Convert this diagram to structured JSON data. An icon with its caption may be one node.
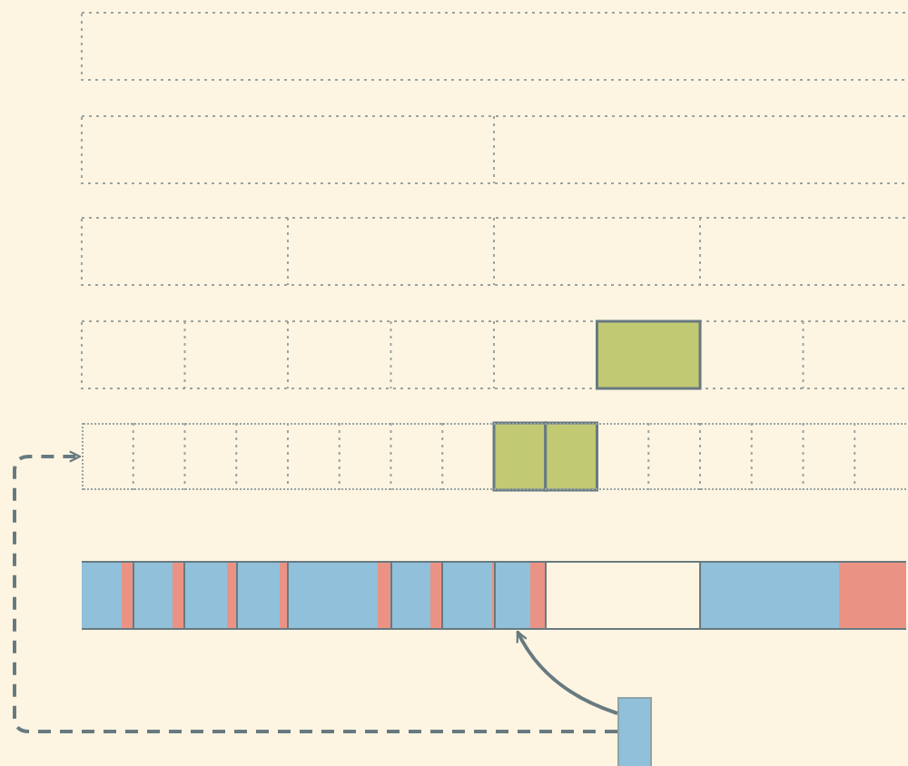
{
  "diagram": {
    "nodes": [
      {
        "text": [],
        "shape": "box"
      },
      {
        "text": [],
        "shape": "bar"
      },
      {
        "text": [],
        "shape": "bar",
        "in": 1
      },
      {
        "text": [],
        "shape": "bar",
        "in": 1
      },
      {
        "text": [],
        "shape": "bar",
        "in": 1
      },
      {
        "text": [],
        "shape": "bar",
        "in": 1
      },
      {
        "text": [],
        "shape": "bar",
        "in": 1
      },
      {
        "text": [],
        "shape": "bar",
        "in": 1
      },
      {
        "text": [],
        "shape": "bar",
        "in": 1
      },
      {
        "text": [],
        "shape": "bar",
        "in": 1
      },
      {
        "text": [],
        "shape": "bar",
        "in": 1
      },
      {
        "text": [],
        "shape": "bar",
        "in": 1
      },
      {
        "text": [],
        "shape": "bar"
      }
    ],
    "edges": [
      {
        "from": 12,
        "to": 0,
        "arrow": "to",
        "style": "dashed"
      },
      {
        "from": 12,
        "to": 9,
        "arrow": "to"
      }
    ]
  }
}
